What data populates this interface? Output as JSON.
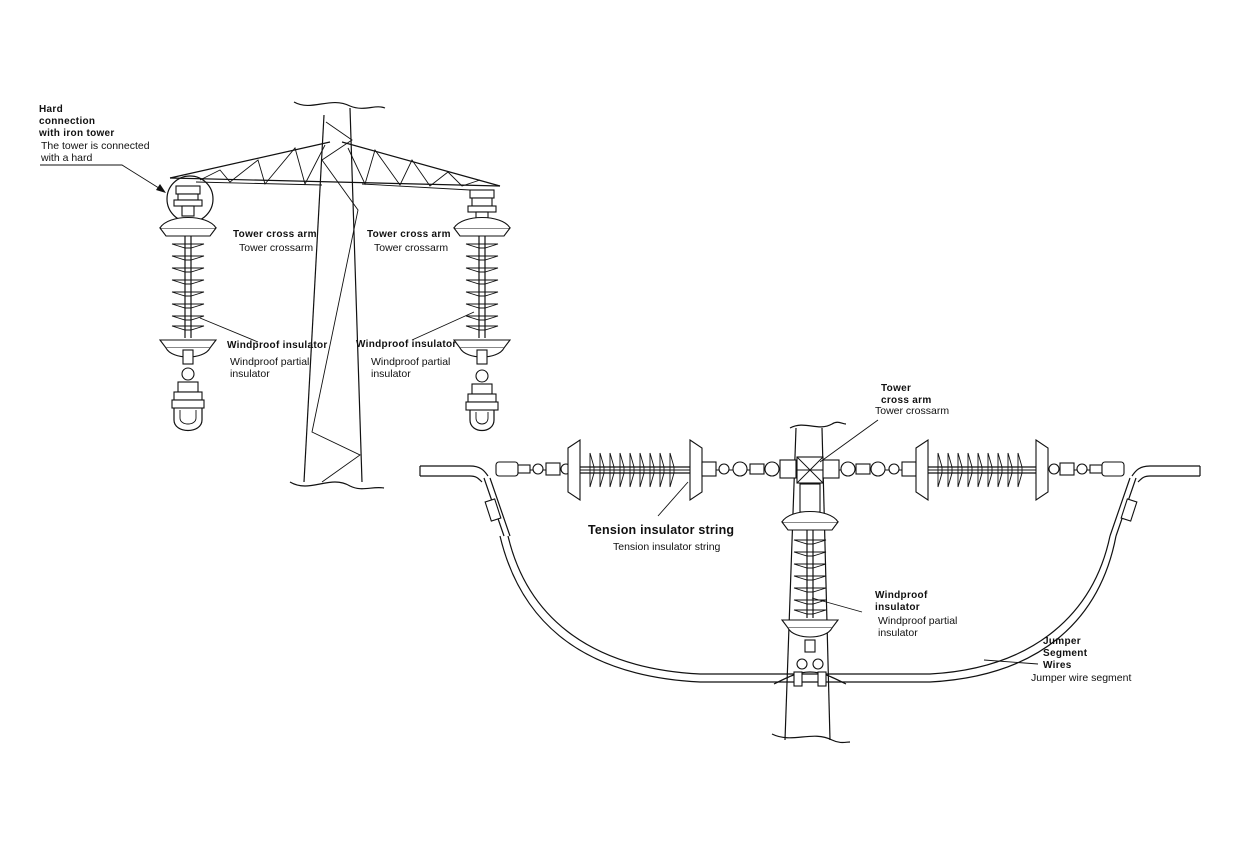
{
  "labels": {
    "hard_connection_title": [
      "Hard",
      "connection",
      "with iron tower"
    ],
    "hard_connection_desc": [
      "The tower is connected",
      "with a hard"
    ],
    "cross_arm_left_title": "Tower cross arm",
    "cross_arm_left_desc": "Tower crossarm",
    "cross_arm_right_title": "Tower cross arm",
    "cross_arm_right_desc": "Tower crossarm",
    "windproof_left_title": "Windproof insulator",
    "windproof_left_desc": [
      "Windproof partial",
      "insulator"
    ],
    "windproof_right_title": "Windproof insulator",
    "windproof_right_desc": [
      "Windproof partial",
      "insulator"
    ],
    "cross_arm_bottom_title": [
      "Tower",
      "cross arm"
    ],
    "cross_arm_bottom_desc": "Tower crossarm",
    "tension_title": "Tension insulator string",
    "tension_desc": "Tension insulator string",
    "windproof_bottom_title": [
      "Windproof",
      "insulator"
    ],
    "windproof_bottom_desc": [
      "Windproof partial",
      "insulator"
    ],
    "jumper_title": [
      "Jumper",
      "Segment",
      "Wires"
    ],
    "jumper_desc": "Jumper wire segment"
  },
  "colors": {
    "line": "#111111",
    "background": "#ffffff"
  }
}
